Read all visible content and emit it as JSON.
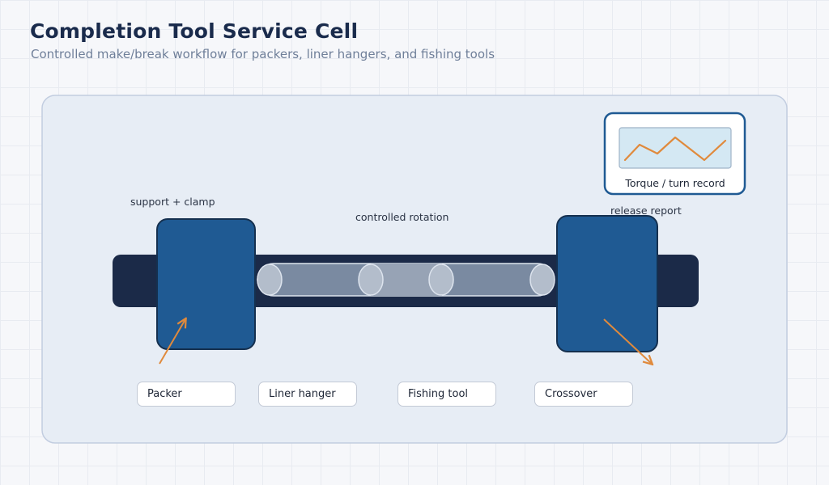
{
  "header": {
    "title": "Completion Tool Service Cell",
    "subtitle": "Controlled make/break workflow for packers, liner hangers, and fishing tools"
  },
  "diagram": {
    "callouts": {
      "support": "support + clamp",
      "rotation": "controlled rotation",
      "release": "release report"
    },
    "record_panel": {
      "caption": "Torque / turn record",
      "trace_color": "#e08a3c"
    },
    "tools": [
      "Packer",
      "Liner hanger",
      "Fishing tool",
      "Crossover"
    ]
  },
  "colors": {
    "accent_orange": "#e08a3c",
    "clamp_blue": "#1f5a93",
    "rail_navy": "#1b2a48",
    "panel_border": "#1f5a93"
  }
}
